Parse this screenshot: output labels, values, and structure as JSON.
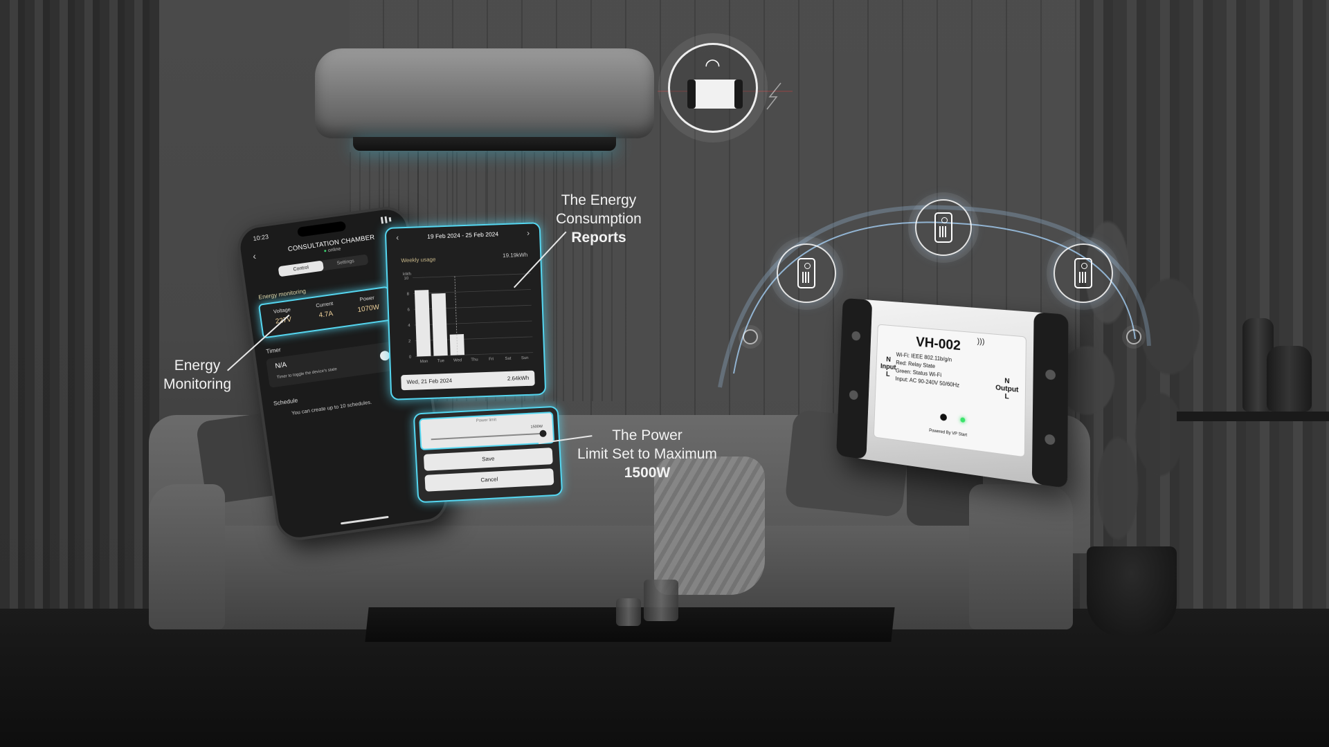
{
  "phone": {
    "time": "10:23",
    "title": "CONSULTATION CHAMBER",
    "status": "online",
    "tabs": [
      "Control",
      "Settings"
    ],
    "active_tab": "Control",
    "energy_section": "Energy monitoring",
    "metrics": [
      {
        "label": "Voltage",
        "value": "227V"
      },
      {
        "label": "Current",
        "value": "4.7A"
      },
      {
        "label": "Power",
        "value": "1070W"
      }
    ],
    "timer_section": "Timer",
    "timer_value": "N/A",
    "timer_hint": "Timer to toggle the device's state",
    "schedule_section": "Schedule",
    "schedule_hint": "You can create up to 10 schedules."
  },
  "report": {
    "range": "19 Feb 2024 - 25 Feb 2024",
    "weekly_label": "Weekly usage",
    "weekly_total": "19.19kWh",
    "selected_date": "Wed, 21 Feb 2024",
    "selected_value": "2.64kWh"
  },
  "chart_data": {
    "type": "bar",
    "ylabel": "kWh",
    "categories": [
      "Mon",
      "Tue",
      "Wed",
      "Thu",
      "Fri",
      "Sat",
      "Sun"
    ],
    "values": [
      8.4,
      7.9,
      2.64,
      0,
      0,
      0,
      0
    ],
    "yticks": [
      0,
      2,
      4,
      6,
      8,
      10
    ],
    "ylim": [
      0,
      10
    ],
    "highlight_index": 2
  },
  "power_limit": {
    "title": "Power limit",
    "max_label": "1500W",
    "level_fraction": 1.0,
    "save_label": "Save",
    "cancel_label": "Cancel"
  },
  "device": {
    "model": "VH-002",
    "spec_lines": [
      "Wi-Fi: IEEE 802.11b/g/n",
      "Red: Relay State",
      "Green: Status Wi-Fi",
      "Input: AC 90-240V 50/60Hz"
    ],
    "input_label": "Input",
    "output_label": "Output",
    "n_label": "N",
    "l_label": "L",
    "powered_by": "Powered By VP Start"
  },
  "captions": {
    "energy_monitoring": [
      "Energy",
      "Monitoring"
    ],
    "reports": [
      "The Energy",
      "Consumption"
    ],
    "reports_bold": "Reports",
    "power_limit": [
      "The Power",
      "Limit Set to Maximum"
    ],
    "power_limit_bold": "1500W"
  },
  "icons": {
    "top_badge": "wifi-device-icon",
    "arc_nodes": [
      "phone-energy-icon",
      "phone-signal-icon",
      "phone-control-icon"
    ]
  },
  "colors": {
    "highlight": "#55d6f0",
    "value_text": "#f0d29b",
    "led_green": "#3be36b"
  }
}
